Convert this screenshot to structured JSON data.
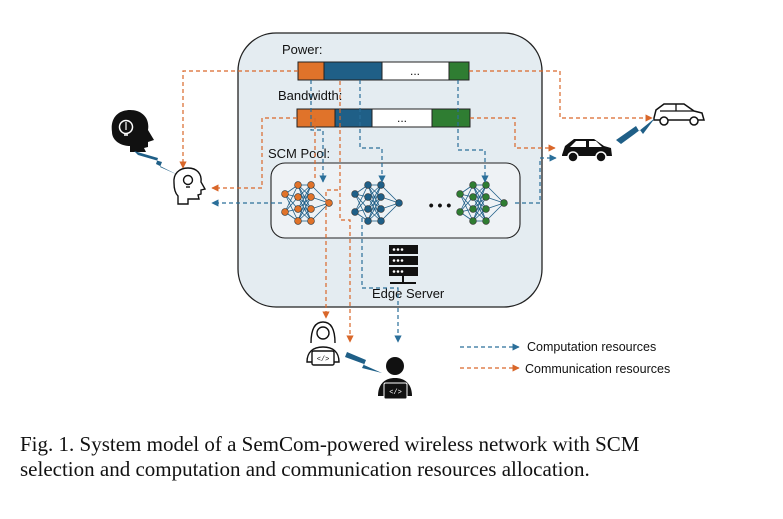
{
  "labels": {
    "power": "Power:",
    "bandwidth": "Bandwidth:",
    "scm_pool": "SCM Pool:",
    "edge_server": "Edge Server",
    "ellipsis": "...",
    "pool_ellipsis": "• • •"
  },
  "legend": {
    "computation": "Computation resources",
    "communication": "Communication resources"
  },
  "caption": {
    "line1": "Fig. 1.  System model of a SemCom-powered wireless network with SCM",
    "line2": "selection and computation and communication resources allocation."
  },
  "colors": {
    "orange": "#e0732a",
    "blue": "#1f5f87",
    "green": "#2f7d32",
    "computation_line": "#2a6f9a",
    "communication_line": "#d9672a",
    "panel_fill": "#e4ecf1",
    "pool_fill": "#eef2f5"
  },
  "icons": [
    "human-brain-icon",
    "user-brain-icon",
    "car-icon",
    "car-outline-icon",
    "server-icon",
    "developer-icon",
    "developer-outline-icon",
    "signal-bolt-icon"
  ]
}
